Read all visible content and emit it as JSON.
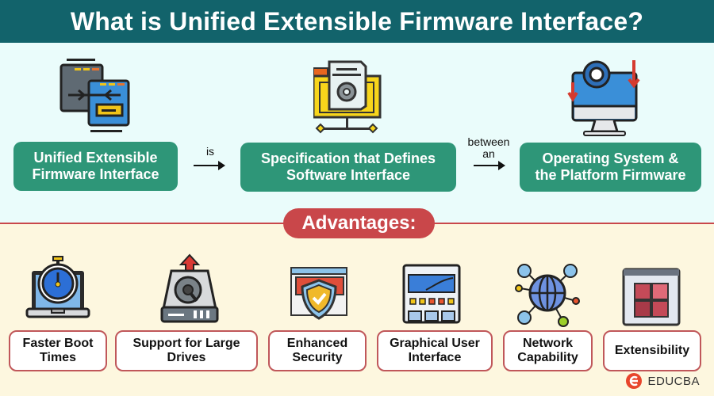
{
  "title": "What is Unified Extensible Firmware Interface?",
  "definition": {
    "boxes": [
      {
        "label_line1": "Unified Extensible",
        "label_line2": "Firmware Interface",
        "icon": "firmware-windows-icon"
      },
      {
        "label_line1": "Specification that Defines",
        "label_line2": "Software Interface",
        "icon": "specification-document-gear-icon"
      },
      {
        "label_line1": "Operating System &",
        "label_line2": "the Platform Firmware",
        "icon": "monitor-gear-icon"
      }
    ],
    "connectors": [
      {
        "line1": "is",
        "line2": ""
      },
      {
        "line1": "between",
        "line2": "an"
      }
    ]
  },
  "advantages": {
    "heading": "Advantages:",
    "items": [
      {
        "line1": "Faster Boot",
        "line2": "Times",
        "icon": "stopwatch-laptop-icon"
      },
      {
        "line1": "Support for Large",
        "line2": "Drives",
        "icon": "hard-drive-icon"
      },
      {
        "line1": "Enhanced",
        "line2": "Security",
        "icon": "security-shield-icon"
      },
      {
        "line1": "Graphical User",
        "line2": "Interface",
        "icon": "gui-window-icon"
      },
      {
        "line1": "Network",
        "line2": "Capability",
        "icon": "network-globe-icon"
      },
      {
        "line1": "Extensibility",
        "line2": "",
        "icon": "puzzle-window-icon"
      }
    ]
  },
  "brand": {
    "name": "EDUCBA"
  },
  "colors": {
    "header": "#12636b",
    "green": "#2e9678",
    "red": "#c9474a",
    "top_bg": "#eafcfb",
    "bottom_bg": "#fdf7df"
  }
}
